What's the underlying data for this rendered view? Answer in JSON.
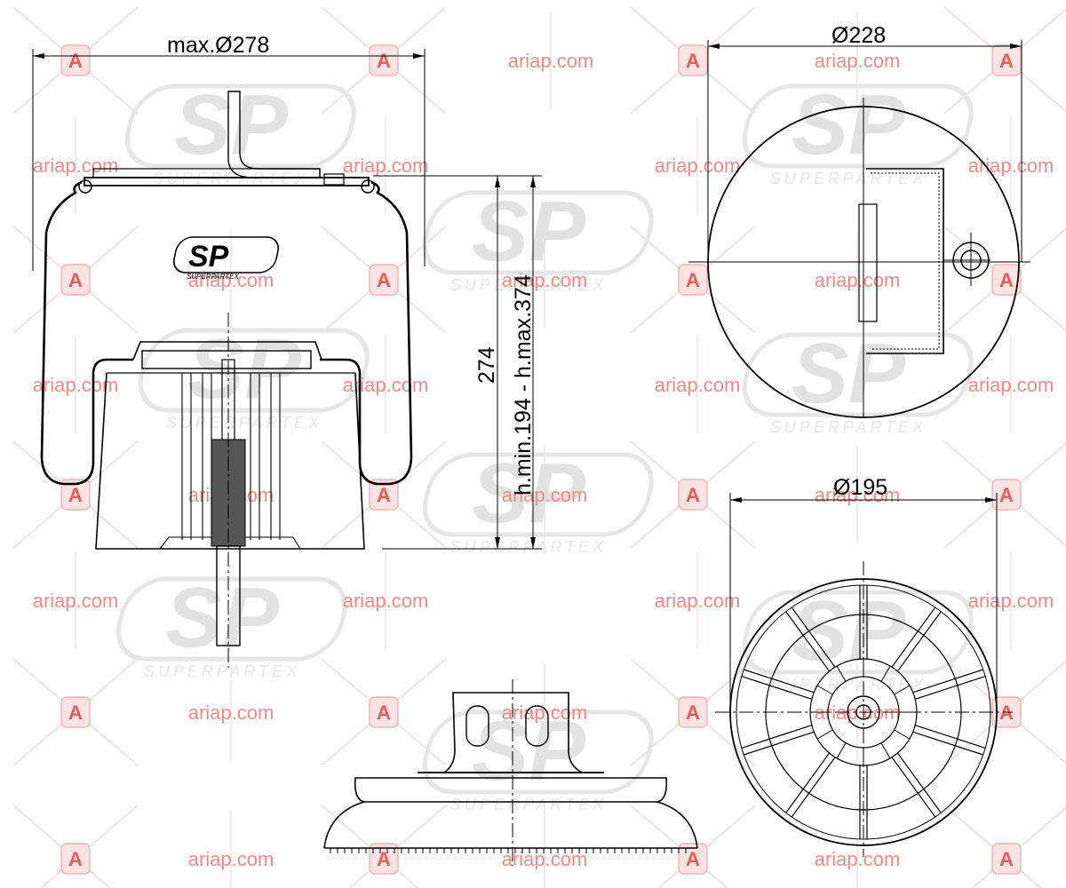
{
  "dimensions": {
    "max_diameter": "max.Ø278",
    "top_diameter": "Ø228",
    "bottom_diameter": "Ø195",
    "height": "274",
    "height_range": "h.min.194 - h.max.374"
  },
  "watermark": {
    "site": "ariap.com",
    "badge": "A",
    "logo": "SP",
    "logo_subtitle": "SUPERPARTEX"
  },
  "product_logo": {
    "mark": "SP",
    "subtitle": "SUPERPARTEX"
  },
  "colors": {
    "line": "#000000",
    "watermark_text": "#f08a8a",
    "watermark_badge": "#ee5a5a",
    "watermark_cross": "#f6c6c6",
    "logo_grey": "#e2e2e2"
  }
}
